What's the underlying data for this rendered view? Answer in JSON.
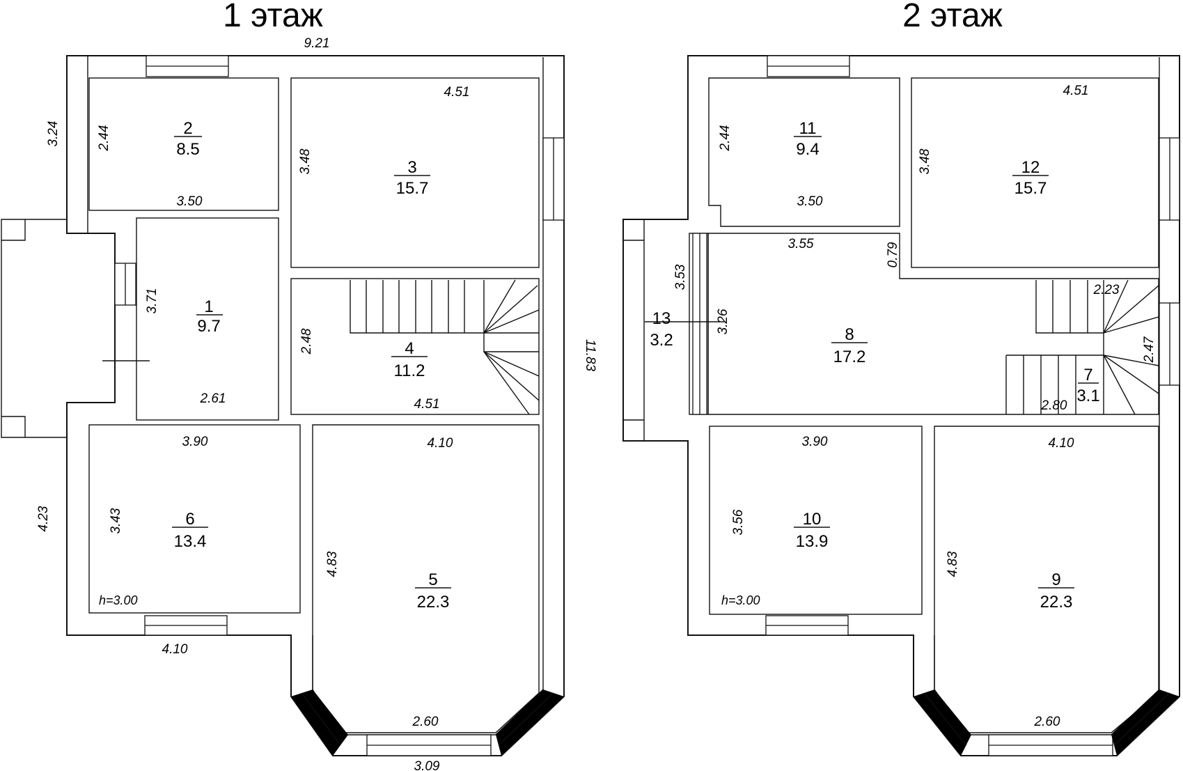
{
  "floors": [
    {
      "title": "1 этаж",
      "rooms": [
        {
          "num": "1",
          "area": "9.7"
        },
        {
          "num": "2",
          "area": "8.5"
        },
        {
          "num": "3",
          "area": "15.7"
        },
        {
          "num": "4",
          "area": "11.2"
        },
        {
          "num": "5",
          "area": "22.3"
        },
        {
          "num": "6",
          "area": "13.4"
        }
      ],
      "dims": {
        "outer_top": "9.21",
        "outer_left_top": "3.24",
        "outer_left_bottom": "4.23",
        "outer_right": "11.83",
        "outer_bottom_left": "4.10",
        "outer_bottom": "3.09",
        "r2_w": "3.50",
        "r2_h": "2.44",
        "r3_w": "4.51",
        "r3_h": "3.48",
        "r1_w": "2.61",
        "r1_h": "3.71",
        "r4_w": "4.51",
        "r4_h": "2.48",
        "r6_w": "3.90",
        "r6_h": "3.43",
        "r5_w": "4.10",
        "r5_h": "4.83",
        "r5_bay": "2.60",
        "height": "h=3.00"
      }
    },
    {
      "title": "2 этаж",
      "rooms": [
        {
          "num": "7",
          "area": "3.1"
        },
        {
          "num": "8",
          "area": "17.2"
        },
        {
          "num": "9",
          "area": "22.3"
        },
        {
          "num": "10",
          "area": "13.9"
        },
        {
          "num": "11",
          "area": "9.4"
        },
        {
          "num": "12",
          "area": "15.7"
        },
        {
          "num": "13",
          "area": "3.2"
        }
      ],
      "dims": {
        "r11_w": "3.50",
        "r11_h": "2.44",
        "r12_w": "4.51",
        "r12_h": "3.48",
        "r8_w": "3.55",
        "r8_h": "3.26",
        "r8_notch": "0.79",
        "r13_h": "3.53",
        "stair_w": "2.23",
        "stair_h": "2.47",
        "r7_w": "2.80",
        "r10_w": "3.90",
        "r10_h": "3.56",
        "r9_w": "4.10",
        "r9_h": "4.83",
        "r9_bay": "2.60",
        "height": "h=3.00"
      }
    }
  ]
}
